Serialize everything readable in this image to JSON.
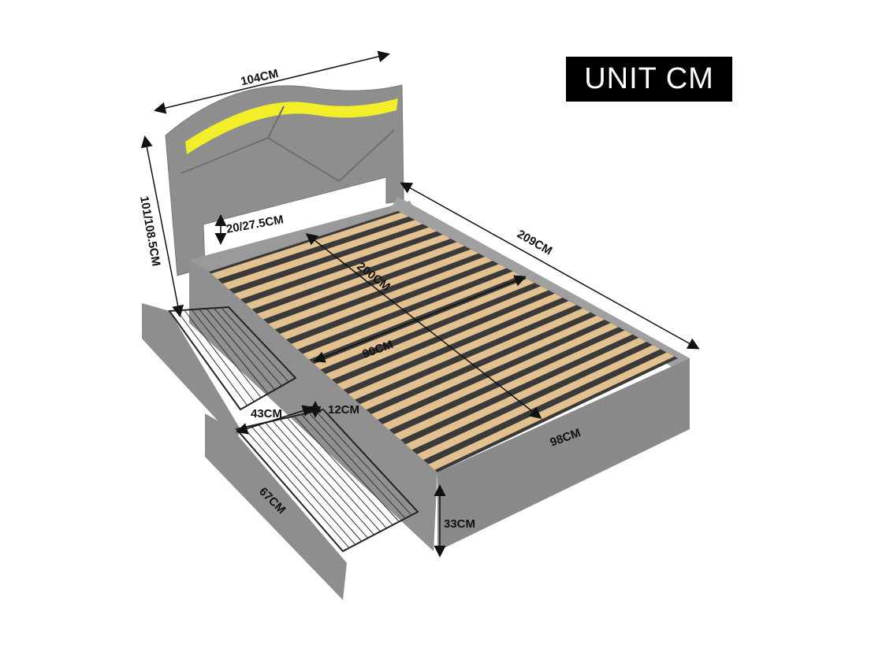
{
  "unit_label": "UNIT CM",
  "colors": {
    "upholstery": "#8e8e8e",
    "slats": "#e2c08f",
    "led": "#f2ee2a",
    "frame": "#2b2b2b"
  },
  "dimensions": {
    "headboard_width": "104CM",
    "headboard_height": "101/108.5CM",
    "headboard_gap": "20/27.5CM",
    "total_length": "209CM",
    "mattress_length": "200CM",
    "mattress_width": "90CM",
    "drawer_width": "43CM",
    "drawer_depth_height": "12CM",
    "total_width": "98CM",
    "drawer_length": "67CM",
    "side_height": "33CM"
  }
}
